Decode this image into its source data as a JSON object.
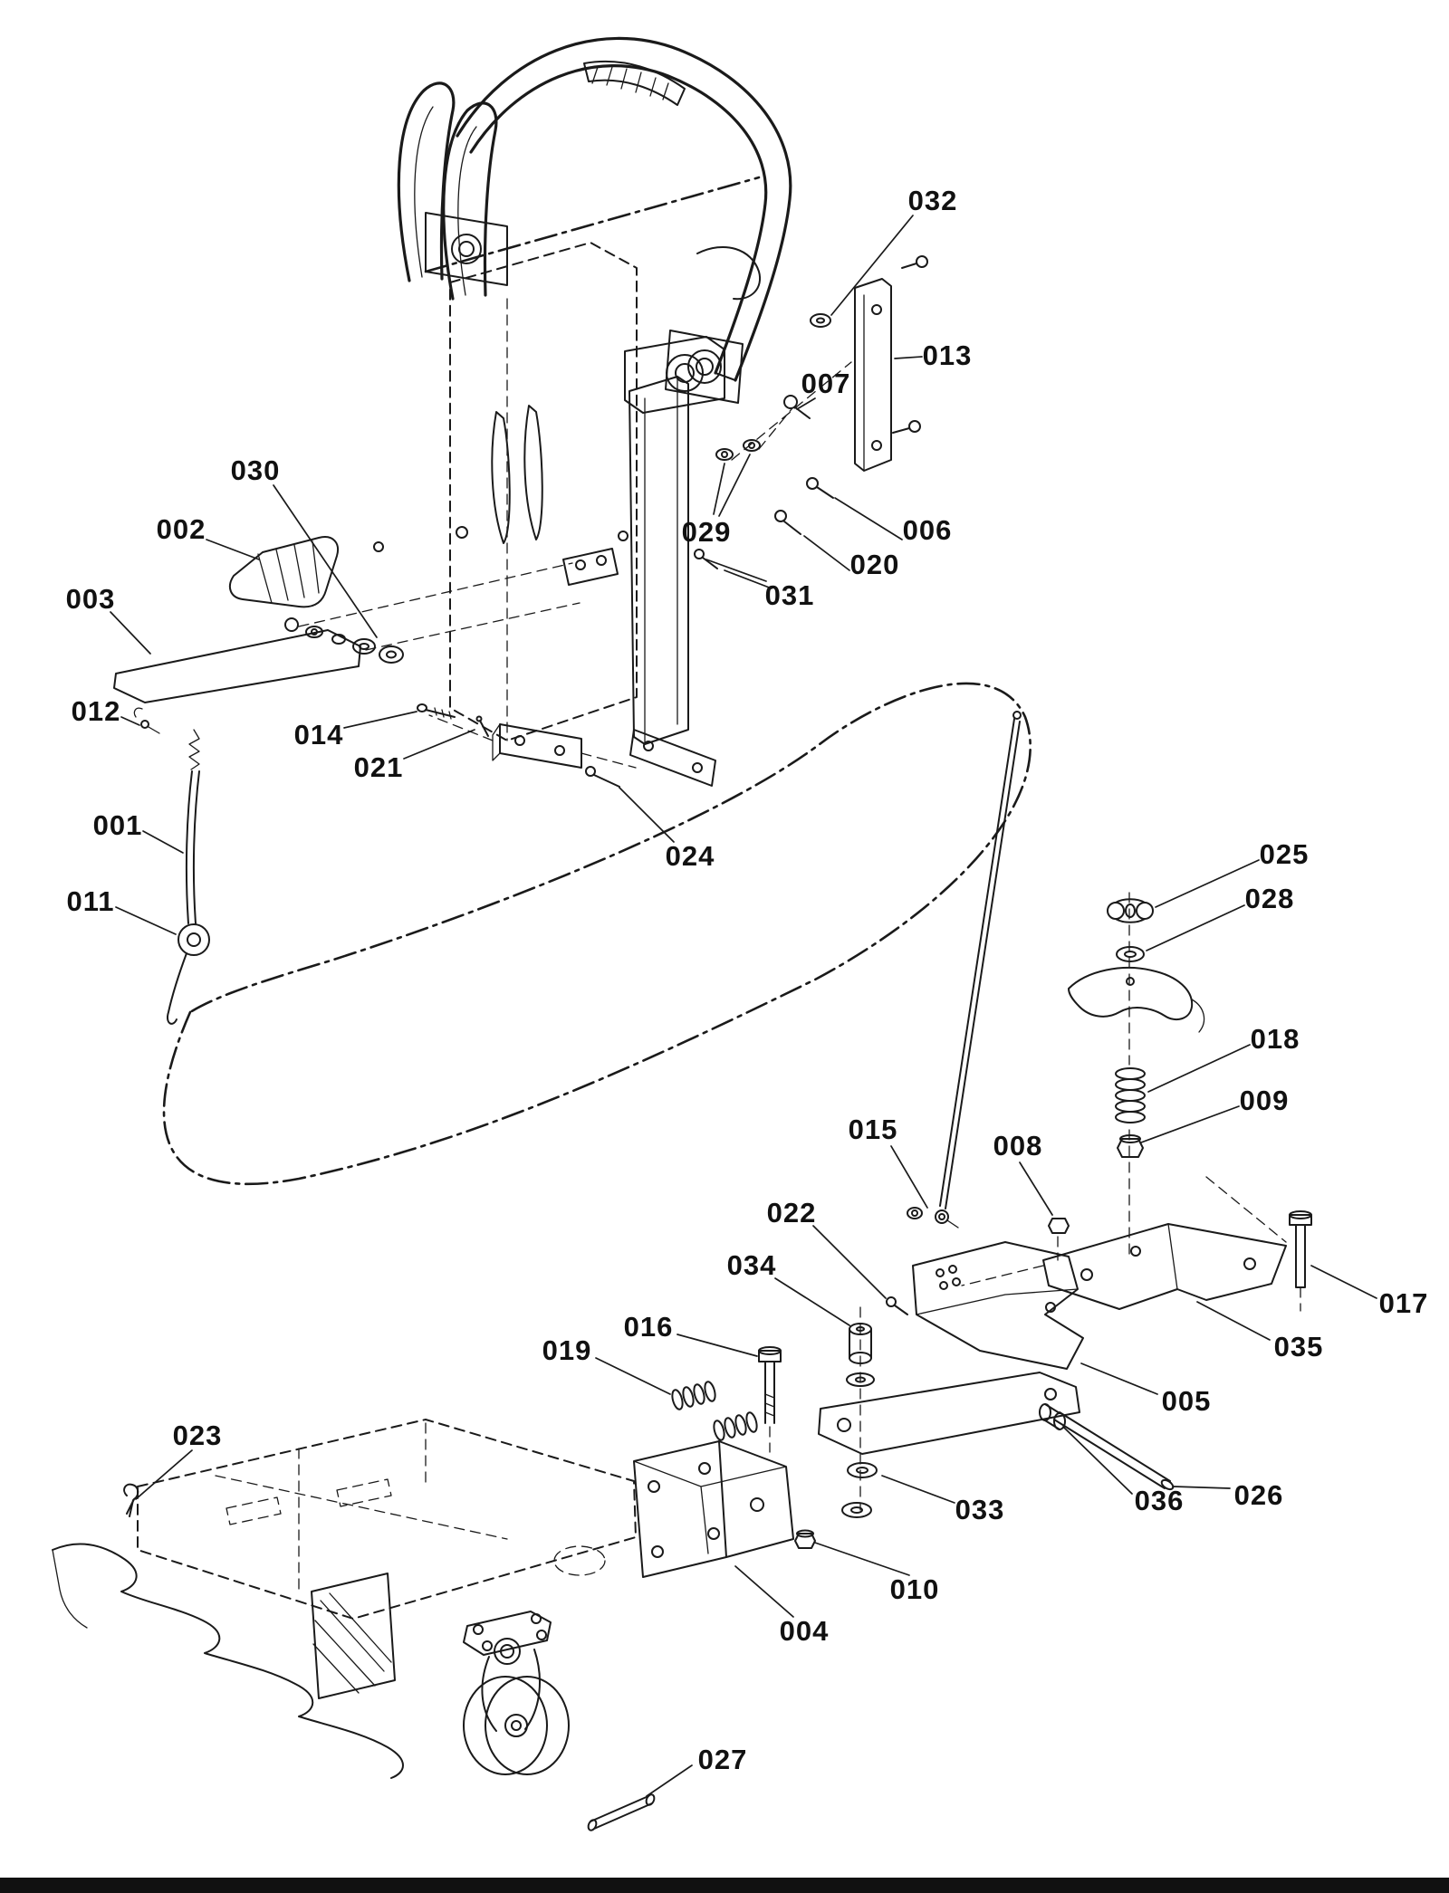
{
  "colors": {
    "background": "#ffffff",
    "line": "#1a1a1a",
    "label_text": "#111111",
    "bottom_border": "#111111"
  },
  "diagram": {
    "type": "exploded-parts-diagram",
    "parts": [
      {
        "label": "032"
      },
      {
        "label": "013"
      },
      {
        "label": "007"
      },
      {
        "label": "030"
      },
      {
        "label": "002"
      },
      {
        "label": "003"
      },
      {
        "label": "029"
      },
      {
        "label": "006"
      },
      {
        "label": "020"
      },
      {
        "label": "031"
      },
      {
        "label": "012"
      },
      {
        "label": "014"
      },
      {
        "label": "021"
      },
      {
        "label": "001"
      },
      {
        "label": "024"
      },
      {
        "label": "011"
      },
      {
        "label": "025"
      },
      {
        "label": "028"
      },
      {
        "label": "018"
      },
      {
        "label": "009"
      },
      {
        "label": "015"
      },
      {
        "label": "008"
      },
      {
        "label": "022"
      },
      {
        "label": "034"
      },
      {
        "label": "017"
      },
      {
        "label": "016"
      },
      {
        "label": "035"
      },
      {
        "label": "019"
      },
      {
        "label": "005"
      },
      {
        "label": "023"
      },
      {
        "label": "033"
      },
      {
        "label": "036"
      },
      {
        "label": "026"
      },
      {
        "label": "010"
      },
      {
        "label": "004"
      },
      {
        "label": "027"
      }
    ]
  }
}
